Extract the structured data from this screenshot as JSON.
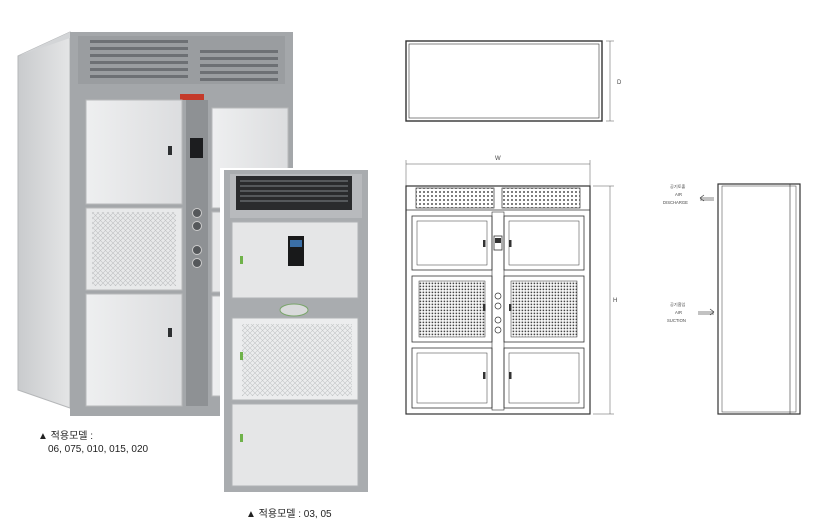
{
  "captions": {
    "large_unit_title": "▲ 적용모델 :",
    "large_unit_models": "06, 075, 010, 015, 020",
    "small_unit": "▲ 적용모델 : 03, 05"
  },
  "drawing": {
    "dim_w": "W",
    "dim_d": "D",
    "dim_h": "H",
    "discharge_kr": "공기토출",
    "discharge_en1": "AIR",
    "discharge_en2": "DISCHARGE",
    "suction_kr": "공기흡입",
    "suction_en1": "AIR",
    "suction_en2": "SUCTION"
  },
  "colors": {
    "cabinet": "#e6e7e8",
    "frame": "#9a9da0",
    "grille": "#3a3c3e",
    "line": "#333333"
  }
}
